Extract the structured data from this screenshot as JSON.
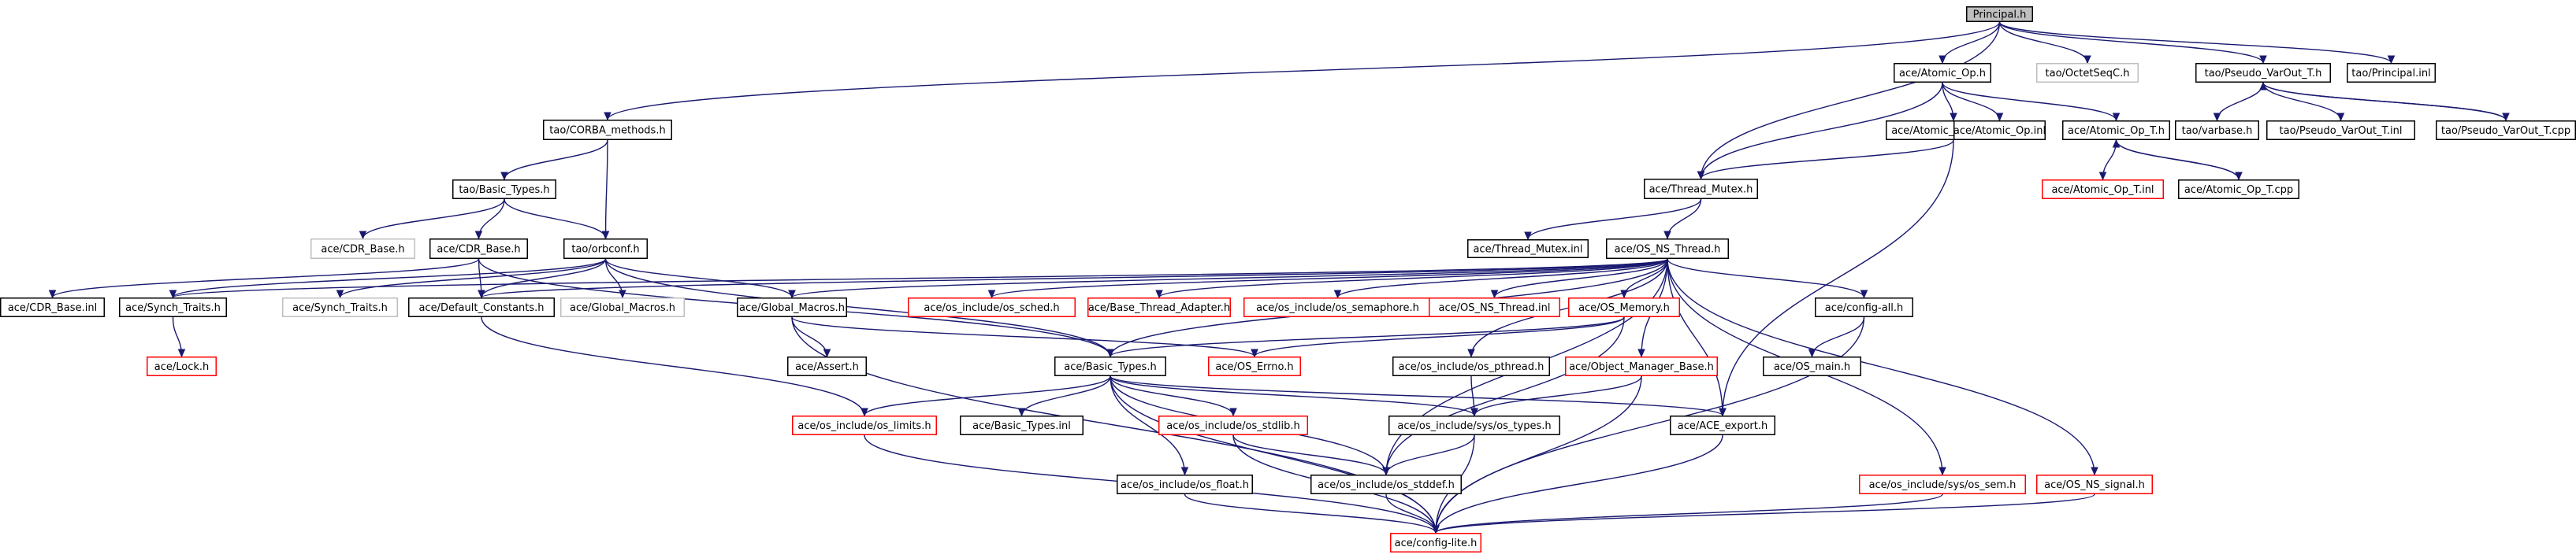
{
  "colors": {
    "edge": "#191970",
    "node_border_normal": "#000000",
    "node_border_missing": "#bfbfbf",
    "node_border_red": "#ff0000",
    "root_fill": "#bfbfbf",
    "text": "#000000"
  },
  "nodes": [
    {
      "id": "principal",
      "label": "Principal.h",
      "style": "root"
    },
    {
      "id": "ace_atomic_op",
      "label": "ace/Atomic_Op.h",
      "style": "normal"
    },
    {
      "id": "tao_octetseqc",
      "label": "tao/OctetSeqC.h",
      "style": "missing"
    },
    {
      "id": "tao_pseudo_varout_h",
      "label": "tao/Pseudo_VarOut_T.h",
      "style": "normal"
    },
    {
      "id": "tao_principal_inl",
      "label": "tao/Principal.inl",
      "style": "normal"
    },
    {
      "id": "tao_corba_methods",
      "label": "tao/CORBA_methods.h",
      "style": "normal"
    },
    {
      "id": "ace_atomic_op_gcc",
      "label": "ace/Atomic_Op_GCC_T.h",
      "style": "normal"
    },
    {
      "id": "ace_atomic_op_inl",
      "label": "ace/Atomic_Op.inl",
      "style": "normal"
    },
    {
      "id": "ace_atomic_op_t_h",
      "label": "ace/Atomic_Op_T.h",
      "style": "normal"
    },
    {
      "id": "tao_varbase",
      "label": "tao/varbase.h",
      "style": "normal"
    },
    {
      "id": "tao_pseudo_varout_inl",
      "label": "tao/Pseudo_VarOut_T.inl",
      "style": "normal"
    },
    {
      "id": "tao_pseudo_varout_cpp",
      "label": "tao/Pseudo_VarOut_T.cpp",
      "style": "normal"
    },
    {
      "id": "ace_thread_mutex_h",
      "label": "ace/Thread_Mutex.h",
      "style": "normal"
    },
    {
      "id": "ace_atomic_op_t_inl",
      "label": "ace/Atomic_Op_T.inl",
      "style": "red"
    },
    {
      "id": "ace_atomic_op_t_cpp",
      "label": "ace/Atomic_Op_T.cpp",
      "style": "normal"
    },
    {
      "id": "tao_basic_types",
      "label": "tao/Basic_Types.h",
      "style": "normal"
    },
    {
      "id": "ace_thread_mutex_inl",
      "label": "ace/Thread_Mutex.inl",
      "style": "normal"
    },
    {
      "id": "ace_os_ns_thread_h",
      "label": "ace/OS_NS_Thread.h",
      "style": "normal"
    },
    {
      "id": "ace_cdr_base_h_missing",
      "label": "ace/CDR_Base.h",
      "style": "missing"
    },
    {
      "id": "ace_cdr_base_h",
      "label": "ace/CDR_Base.h",
      "style": "normal"
    },
    {
      "id": "tao_orbconf",
      "label": "tao/orbconf.h",
      "style": "normal"
    },
    {
      "id": "ace_cdr_base_inl",
      "label": "ace/CDR_Base.inl",
      "style": "normal"
    },
    {
      "id": "ace_synch_traits_h",
      "label": "ace/Synch_Traits.h",
      "style": "normal"
    },
    {
      "id": "ace_synch_traits_h2",
      "label": "ace/Synch_Traits.h",
      "style": "missing"
    },
    {
      "id": "ace_default_constants",
      "label": "ace/Default_Constants.h",
      "style": "normal"
    },
    {
      "id": "ace_global_macros_missing",
      "label": "ace/Global_Macros.h",
      "style": "missing"
    },
    {
      "id": "ace_global_macros",
      "label": "ace/Global_Macros.h",
      "style": "normal"
    },
    {
      "id": "ace_os_sched",
      "label": "ace/os_include/os_sched.h",
      "style": "red"
    },
    {
      "id": "ace_base_thread_adapter",
      "label": "ace/Base_Thread_Adapter.h",
      "style": "red"
    },
    {
      "id": "ace_os_semaphore",
      "label": "ace/os_include/os_semaphore.h",
      "style": "red"
    },
    {
      "id": "ace_os_ns_thread_inl",
      "label": "ace/OS_NS_Thread.inl",
      "style": "red"
    },
    {
      "id": "ace_os_memory",
      "label": "ace/OS_Memory.h",
      "style": "red"
    },
    {
      "id": "ace_config_all",
      "label": "ace/config-all.h",
      "style": "normal"
    },
    {
      "id": "ace_lock",
      "label": "ace/Lock.h",
      "style": "red"
    },
    {
      "id": "ace_assert",
      "label": "ace/Assert.h",
      "style": "normal"
    },
    {
      "id": "ace_basic_types",
      "label": "ace/Basic_Types.h",
      "style": "normal"
    },
    {
      "id": "ace_os_errno",
      "label": "ace/OS_Errno.h",
      "style": "red"
    },
    {
      "id": "ace_os_pthread",
      "label": "ace/os_include/os_pthread.h",
      "style": "normal"
    },
    {
      "id": "ace_object_manager_base",
      "label": "ace/Object_Manager_Base.h",
      "style": "red"
    },
    {
      "id": "ace_os_main",
      "label": "ace/OS_main.h",
      "style": "normal"
    },
    {
      "id": "ace_os_limits",
      "label": "ace/os_include/os_limits.h",
      "style": "red"
    },
    {
      "id": "ace_basic_types_inl",
      "label": "ace/Basic_Types.inl",
      "style": "normal"
    },
    {
      "id": "ace_os_stdlib",
      "label": "ace/os_include/os_stdlib.h",
      "style": "red"
    },
    {
      "id": "ace_sys_os_types",
      "label": "ace/os_include/sys/os_types.h",
      "style": "normal"
    },
    {
      "id": "ace_ace_export",
      "label": "ace/ACE_export.h",
      "style": "normal"
    },
    {
      "id": "ace_os_float",
      "label": "ace/os_include/os_float.h",
      "style": "normal"
    },
    {
      "id": "ace_os_stddef",
      "label": "ace/os_include/os_stddef.h",
      "style": "normal"
    },
    {
      "id": "ace_sys_os_sem",
      "label": "ace/os_include/sys/os_sem.h",
      "style": "red"
    },
    {
      "id": "ace_os_ns_signal",
      "label": "ace/OS_NS_signal.h",
      "style": "red"
    },
    {
      "id": "ace_config_lite",
      "label": "ace/config-lite.h",
      "style": "red"
    }
  ],
  "edges": [
    [
      "principal",
      "ace_atomic_op"
    ],
    [
      "principal",
      "tao_octetseqc"
    ],
    [
      "principal",
      "tao_pseudo_varout_h"
    ],
    [
      "principal",
      "tao_principal_inl"
    ],
    [
      "principal",
      "tao_corba_methods"
    ],
    [
      "principal",
      "ace_thread_mutex_h"
    ],
    [
      "ace_atomic_op",
      "ace_atomic_op_gcc"
    ],
    [
      "ace_atomic_op",
      "ace_atomic_op_inl"
    ],
    [
      "ace_atomic_op",
      "ace_atomic_op_t_h"
    ],
    [
      "ace_atomic_op",
      "ace_thread_mutex_h"
    ],
    [
      "tao_pseudo_varout_h",
      "tao_varbase"
    ],
    [
      "tao_pseudo_varout_h",
      "tao_pseudo_varout_inl"
    ],
    [
      "tao_pseudo_varout_h",
      "tao_pseudo_varout_cpp"
    ],
    [
      "tao_pseudo_varout_cpp",
      "tao_pseudo_varout_h"
    ],
    [
      "tao_corba_methods",
      "tao_basic_types"
    ],
    [
      "tao_corba_methods",
      "tao_orbconf"
    ],
    [
      "ace_atomic_op_gcc",
      "ace_thread_mutex_h"
    ],
    [
      "ace_atomic_op_gcc",
      "ace_ace_export"
    ],
    [
      "ace_atomic_op_t_h",
      "ace_atomic_op_t_inl"
    ],
    [
      "ace_atomic_op_t_h",
      "ace_atomic_op_t_cpp"
    ],
    [
      "ace_atomic_op_t_cpp",
      "ace_atomic_op_t_h"
    ],
    [
      "ace_thread_mutex_h",
      "ace_thread_mutex_inl"
    ],
    [
      "ace_thread_mutex_h",
      "ace_os_ns_thread_h"
    ],
    [
      "tao_basic_types",
      "ace_cdr_base_h_missing"
    ],
    [
      "tao_basic_types",
      "ace_cdr_base_h"
    ],
    [
      "tao_basic_types",
      "tao_orbconf"
    ],
    [
      "ace_cdr_base_h",
      "ace_cdr_base_inl"
    ],
    [
      "ace_cdr_base_h",
      "ace_default_constants"
    ],
    [
      "ace_cdr_base_h",
      "ace_basic_types"
    ],
    [
      "tao_orbconf",
      "ace_synch_traits_h"
    ],
    [
      "tao_orbconf",
      "ace_synch_traits_h2"
    ],
    [
      "tao_orbconf",
      "ace_default_constants"
    ],
    [
      "tao_orbconf",
      "ace_global_macros_missing"
    ],
    [
      "tao_orbconf",
      "ace_global_macros"
    ],
    [
      "tao_orbconf",
      "ace_basic_types"
    ],
    [
      "ace_synch_traits_h",
      "ace_lock"
    ],
    [
      "ace_os_ns_thread_h",
      "ace_os_sched"
    ],
    [
      "ace_os_ns_thread_h",
      "ace_base_thread_adapter"
    ],
    [
      "ace_os_ns_thread_h",
      "ace_os_semaphore"
    ],
    [
      "ace_os_ns_thread_h",
      "ace_os_ns_thread_inl"
    ],
    [
      "ace_os_ns_thread_h",
      "ace_os_memory"
    ],
    [
      "ace_os_ns_thread_h",
      "ace_config_all"
    ],
    [
      "ace_os_ns_thread_h",
      "ace_global_macros"
    ],
    [
      "ace_os_ns_thread_h",
      "ace_basic_types"
    ],
    [
      "ace_os_ns_thread_h",
      "ace_os_pthread"
    ],
    [
      "ace_os_ns_thread_h",
      "ace_object_manager_base"
    ],
    [
      "ace_os_ns_thread_h",
      "ace_ace_export"
    ],
    [
      "ace_os_ns_thread_h",
      "ace_sys_os_sem"
    ],
    [
      "ace_os_ns_thread_h",
      "ace_os_ns_signal"
    ],
    [
      "ace_os_ns_thread_h",
      "ace_default_constants"
    ],
    [
      "ace_os_ns_thread_h",
      "ace_synch_traits_h"
    ],
    [
      "ace_os_ns_thread_h",
      "ace_os_stddef"
    ],
    [
      "ace_default_constants",
      "ace_os_limits"
    ],
    [
      "ace_global_macros",
      "ace_assert"
    ],
    [
      "ace_global_macros",
      "ace_os_errno"
    ],
    [
      "ace_global_macros",
      "ace_config_lite"
    ],
    [
      "ace_os_memory",
      "ace_os_errno"
    ],
    [
      "ace_os_memory",
      "ace_basic_types"
    ],
    [
      "ace_os_memory",
      "ace_os_stddef"
    ],
    [
      "ace_config_all",
      "ace_os_main"
    ],
    [
      "ace_config_all",
      "ace_config_lite"
    ],
    [
      "ace_basic_types",
      "ace_os_limits"
    ],
    [
      "ace_basic_types",
      "ace_basic_types_inl"
    ],
    [
      "ace_basic_types",
      "ace_os_stdlib"
    ],
    [
      "ace_basic_types",
      "ace_sys_os_types"
    ],
    [
      "ace_basic_types",
      "ace_ace_export"
    ],
    [
      "ace_basic_types",
      "ace_os_float"
    ],
    [
      "ace_basic_types",
      "ace_os_stddef"
    ],
    [
      "ace_basic_types",
      "ace_config_lite"
    ],
    [
      "ace_os_pthread",
      "ace_sys_os_types"
    ],
    [
      "ace_object_manager_base",
      "ace_sys_os_types"
    ],
    [
      "ace_object_manager_base",
      "ace_config_lite"
    ],
    [
      "ace_os_limits",
      "ace_config_lite"
    ],
    [
      "ace_os_stdlib",
      "ace_os_stddef"
    ],
    [
      "ace_os_stdlib",
      "ace_config_lite"
    ],
    [
      "ace_sys_os_types",
      "ace_os_stddef"
    ],
    [
      "ace_sys_os_types",
      "ace_config_lite"
    ],
    [
      "ace_ace_export",
      "ace_config_lite"
    ],
    [
      "ace_os_float",
      "ace_config_lite"
    ],
    [
      "ace_os_stddef",
      "ace_config_lite"
    ],
    [
      "ace_sys_os_sem",
      "ace_config_lite"
    ],
    [
      "ace_os_ns_signal",
      "ace_config_lite"
    ]
  ]
}
